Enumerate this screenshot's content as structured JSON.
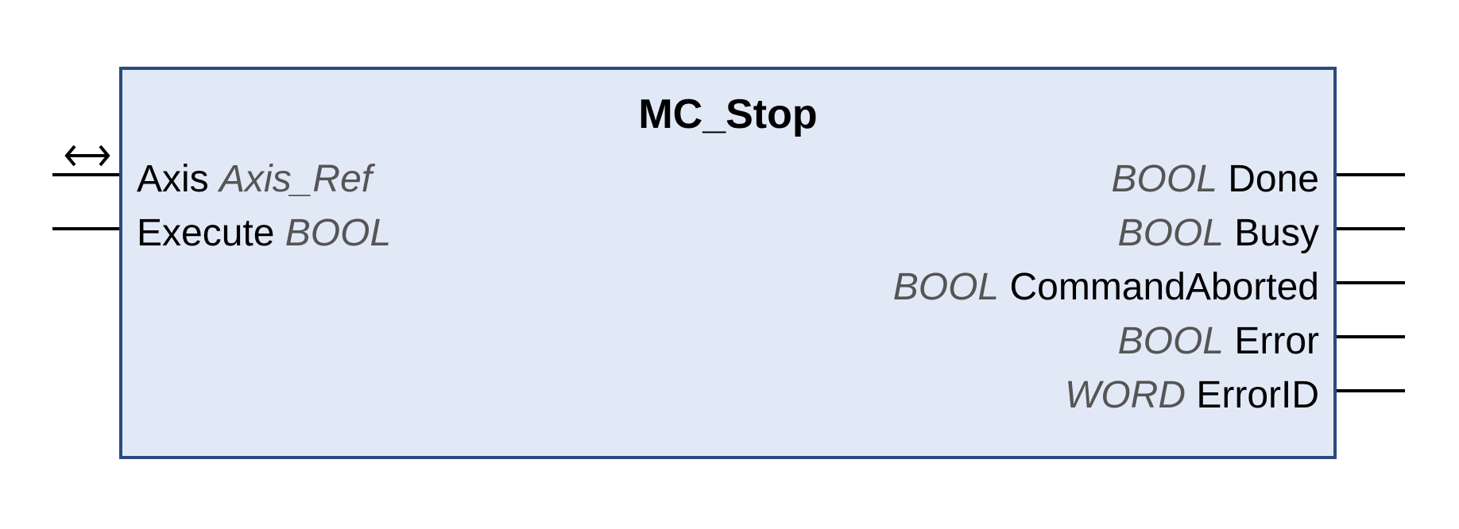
{
  "block": {
    "name": "MC_Stop",
    "inputs": [
      {
        "name": "Axis",
        "type": "Axis_Ref"
      },
      {
        "name": "Execute",
        "type": "BOOL"
      }
    ],
    "outputs": [
      {
        "name": "Done",
        "type": "BOOL"
      },
      {
        "name": "Busy",
        "type": "BOOL"
      },
      {
        "name": "CommandAborted",
        "type": "BOOL"
      },
      {
        "name": "Error",
        "type": "BOOL"
      },
      {
        "name": "ErrorID",
        "type": "WORD"
      }
    ]
  },
  "colors": {
    "box_fill": "#e2e9f6",
    "box_border": "#2b4a7e",
    "type_text": "#555555"
  },
  "icons": {
    "axis_pin": "bidirectional-arrow-icon"
  }
}
